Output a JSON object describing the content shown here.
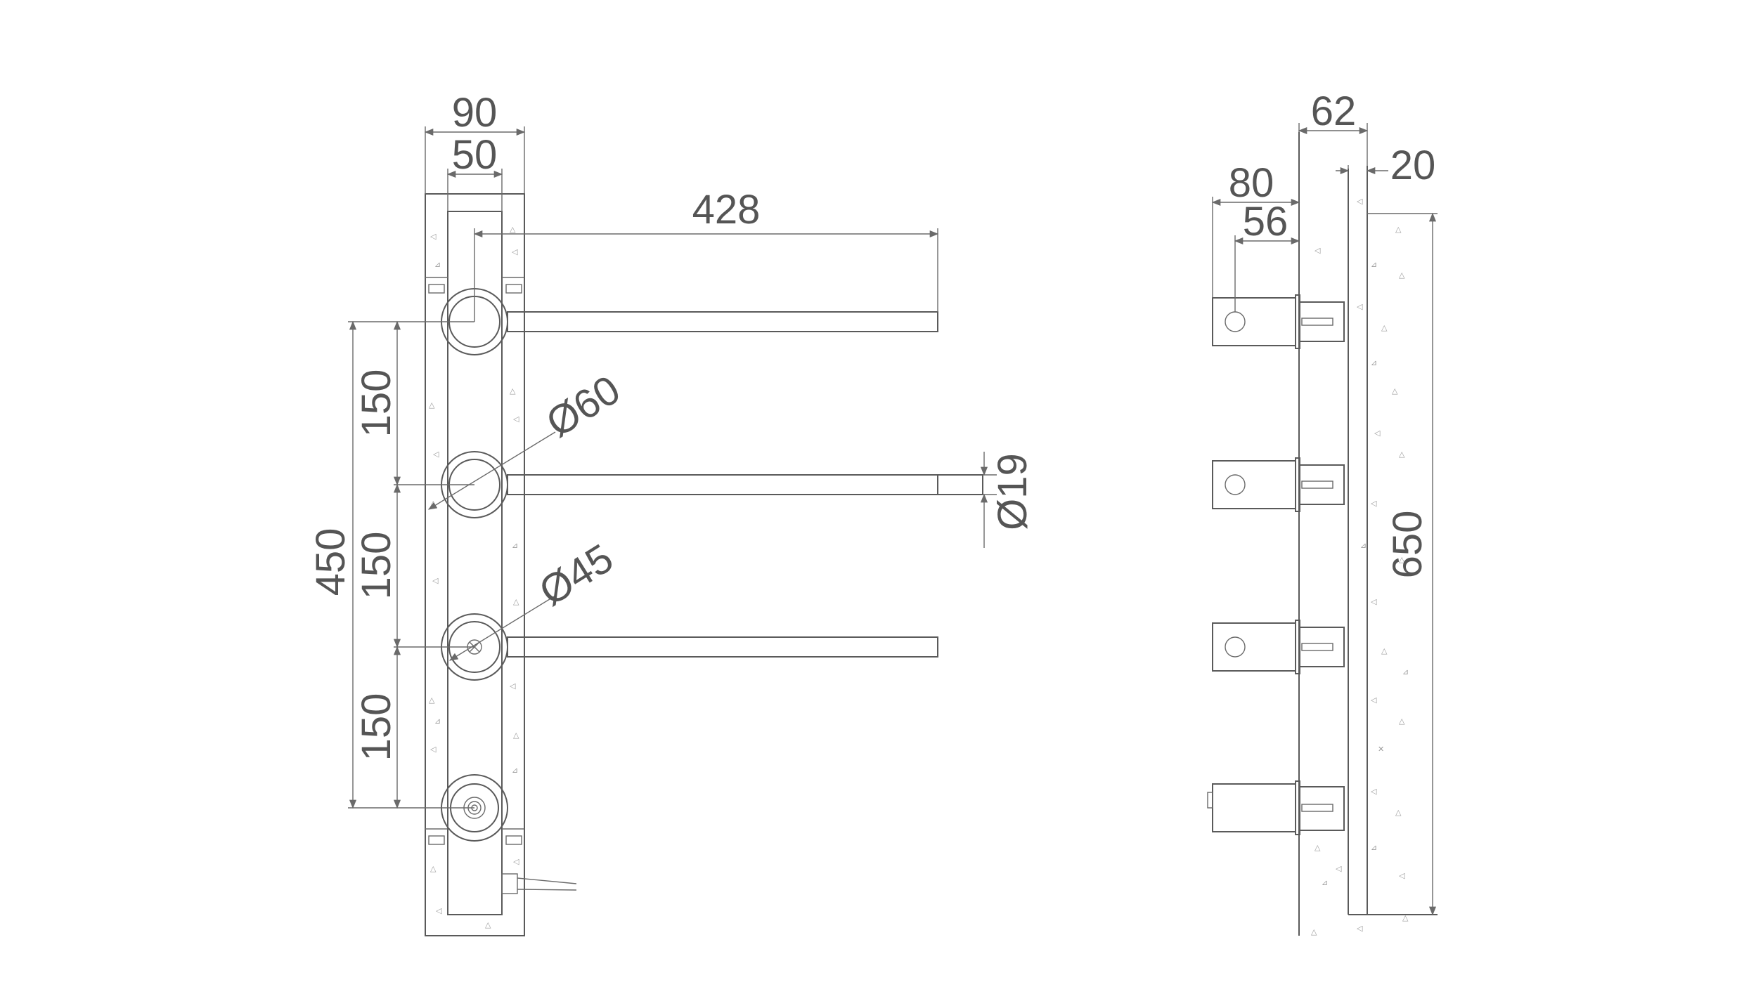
{
  "front_view": {
    "dims": {
      "width_outer": "90",
      "width_inner": "50",
      "arm_length": "428",
      "pitch_1": "150",
      "pitch_2": "150",
      "pitch_3": "150",
      "total_pitch": "450",
      "ring_dia": "Ø60",
      "knob_dia": "Ø45",
      "bar_dia": "Ø19"
    }
  },
  "side_view": {
    "dims": {
      "depth": "62",
      "plate": "20",
      "projection": "80",
      "hole_offset": "56",
      "height": "650"
    }
  },
  "colors": {
    "line": "#5a5a5a",
    "text": "#555555",
    "background": "#ffffff"
  }
}
